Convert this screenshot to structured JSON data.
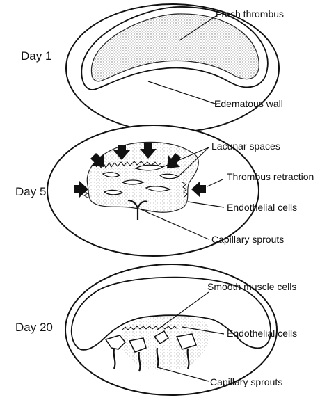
{
  "days": [
    {
      "label": "Day 1",
      "annotations": [
        "Fresh thrombus",
        "Edematous wall"
      ]
    },
    {
      "label": "Day 5",
      "annotations": [
        "Lacunar spaces",
        "Thrombus retraction",
        "Endothelial cells",
        "Capillary sprouts"
      ]
    },
    {
      "label": "Day 20",
      "annotations": [
        "Smooth muscle cells",
        "Endothelial cells",
        "Capillary sprouts"
      ]
    }
  ]
}
